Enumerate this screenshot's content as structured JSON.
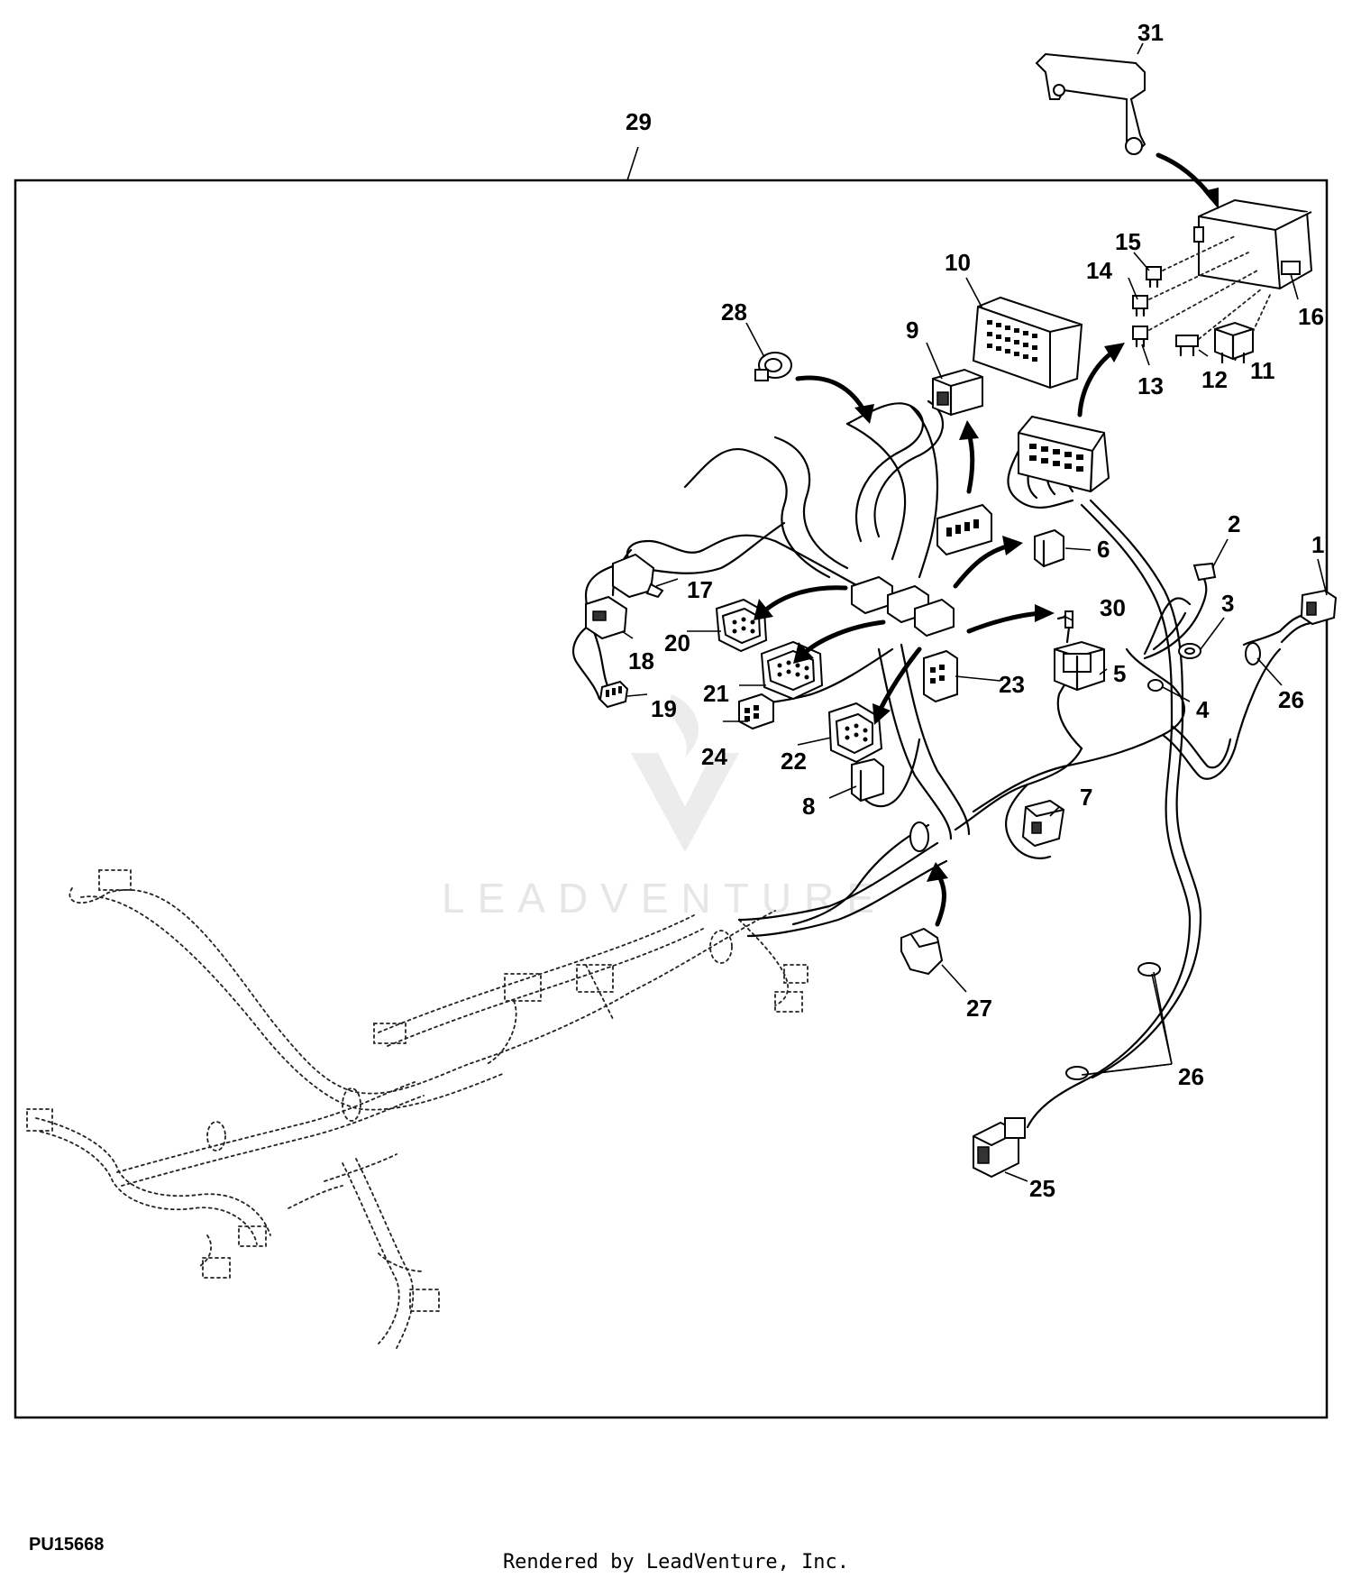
{
  "figure_id": "PU15668",
  "credit": "Rendered by LeadVenture, Inc.",
  "watermark": "LEADVENTURE",
  "callouts": {
    "c1": "1",
    "c2": "2",
    "c3": "3",
    "c4": "4",
    "c5": "5",
    "c6": "6",
    "c7": "7",
    "c8": "8",
    "c9": "9",
    "c10": "10",
    "c11": "11",
    "c12": "12",
    "c13": "13",
    "c14": "14",
    "c15": "15",
    "c16": "16",
    "c17": "17",
    "c18": "18",
    "c19": "19",
    "c20": "20",
    "c21": "21",
    "c22": "22",
    "c23": "23",
    "c24": "24",
    "c25": "25",
    "c26a": "26",
    "c26b": "26",
    "c27": "27",
    "c28": "28",
    "c29": "29",
    "c30": "30",
    "c31": "31"
  }
}
